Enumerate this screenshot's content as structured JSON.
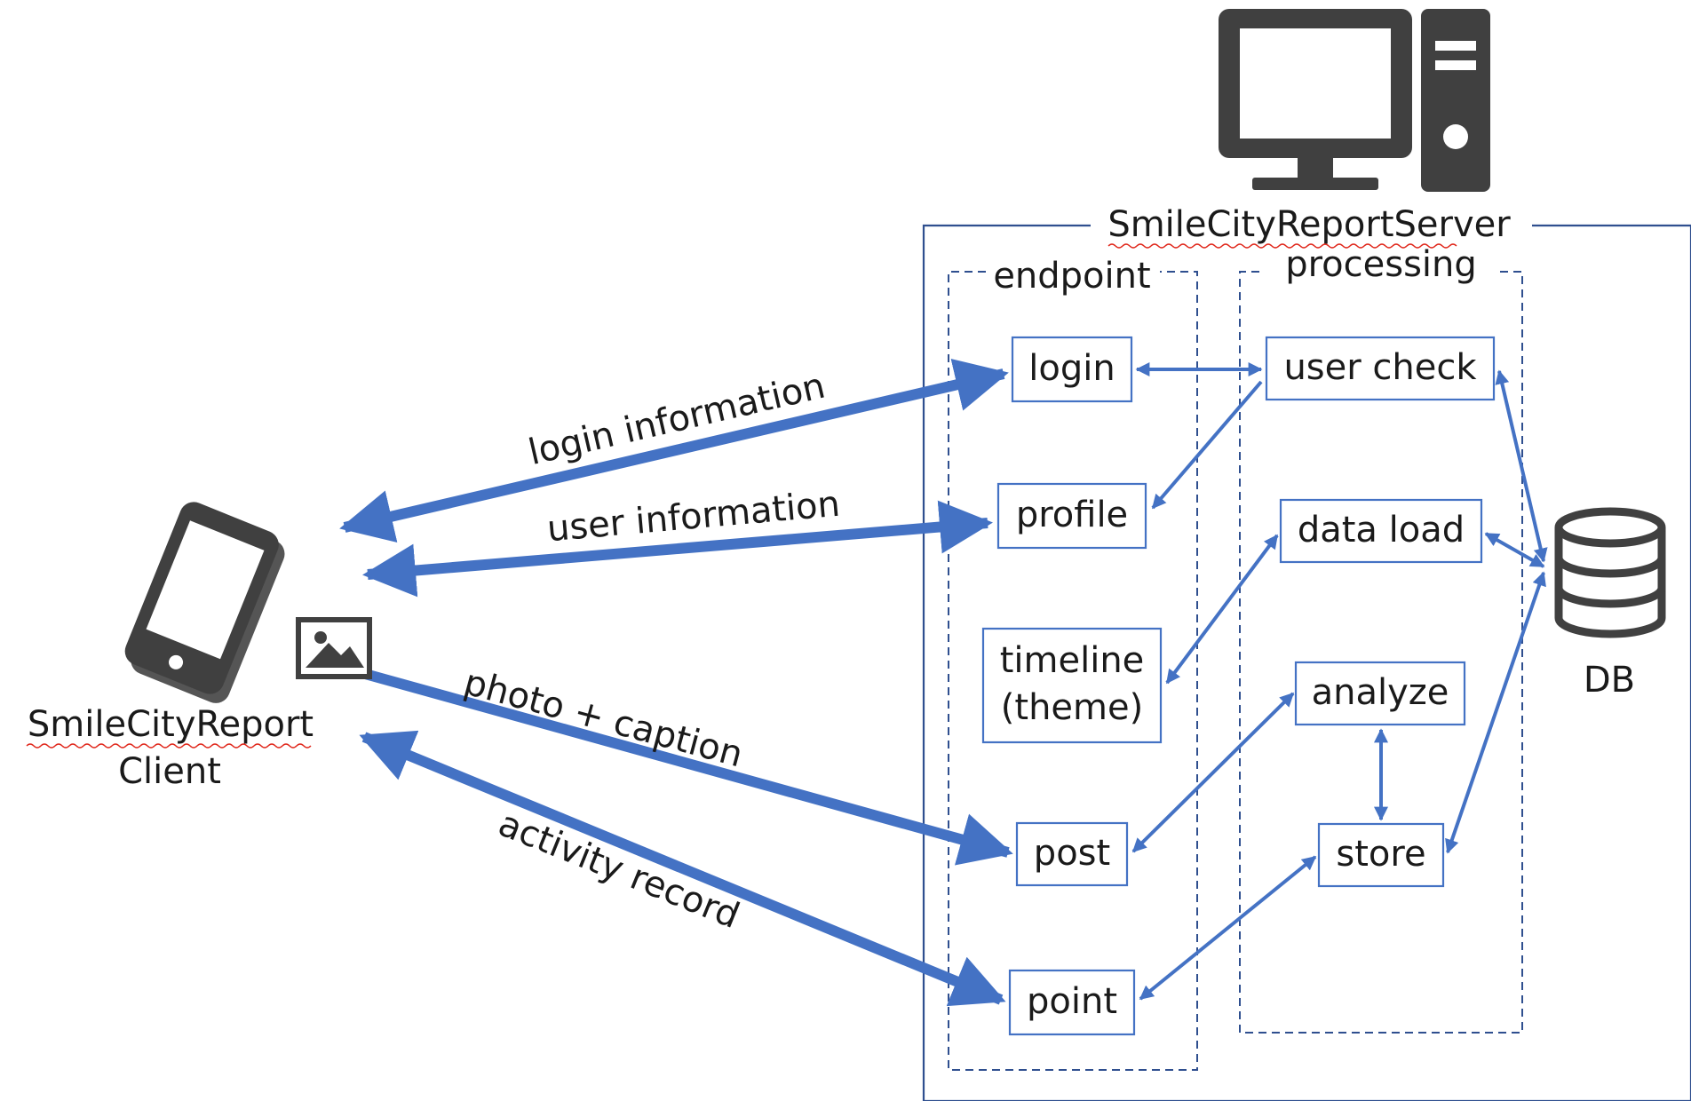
{
  "server": {
    "title": "SmileCityReportServer",
    "icon": "desktop-computer-icon"
  },
  "client": {
    "name_line1": "SmileCityReport",
    "name_line2": "Client",
    "icon": "smartphone-icon",
    "photo_icon": "image-icon"
  },
  "groups": {
    "endpoint": "endpoint",
    "processing": "processing"
  },
  "endpoints": {
    "login": "login",
    "profile": "profile",
    "timeline_line1": "timeline",
    "timeline_line2": "(theme)",
    "post": "post",
    "point": "point"
  },
  "processing": {
    "user_check": "user check",
    "data_load": "data load",
    "analyze": "analyze",
    "store": "store"
  },
  "database": {
    "label": "DB",
    "icon": "database-icon"
  },
  "flows": {
    "login_information": "login information",
    "user_information": "user information",
    "photo_caption": "photo + caption",
    "activity_record": "activity record"
  },
  "colors": {
    "arrow": "#4472c4",
    "frame": "#2f4f8f",
    "icon": "#404040"
  }
}
